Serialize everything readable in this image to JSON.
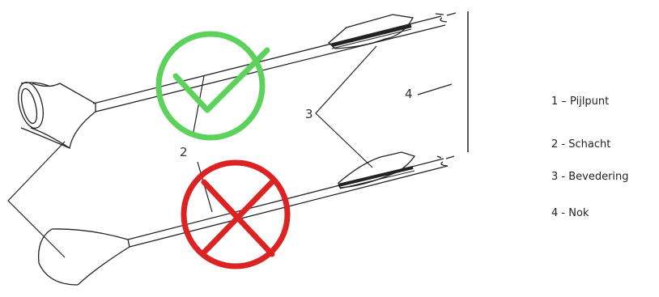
{
  "diagram": {
    "callouts": {
      "shaft": "2",
      "fletching": "3",
      "nock": "4"
    }
  },
  "legend": {
    "items": [
      "1 – Pijlpunt",
      "2 - Schacht",
      "3 - Bevedering",
      "4 - Nok"
    ]
  },
  "colors": {
    "correct": "#5cd25c",
    "incorrect": "#dc2323",
    "line": "#222222"
  },
  "icons": {
    "correct_mark": "check-circle-icon",
    "incorrect_mark": "x-circle-icon"
  }
}
